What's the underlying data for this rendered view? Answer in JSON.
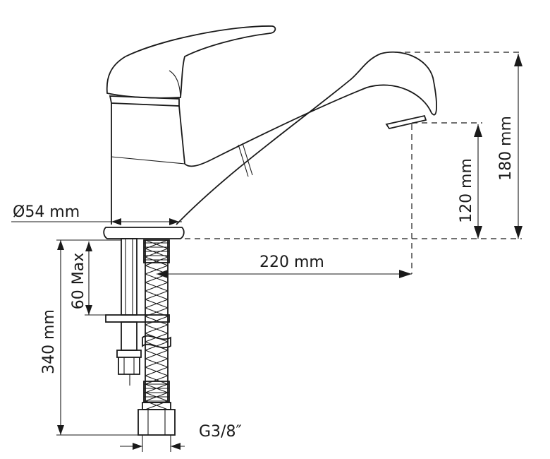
{
  "dimensions": {
    "diameter": "Ø54 mm",
    "reach": "220 mm",
    "height_total": "180 mm",
    "height_spout": "120 mm",
    "hose_length": "340 mm",
    "mount_thickness": "60 Max",
    "thread": "G3/8″"
  }
}
